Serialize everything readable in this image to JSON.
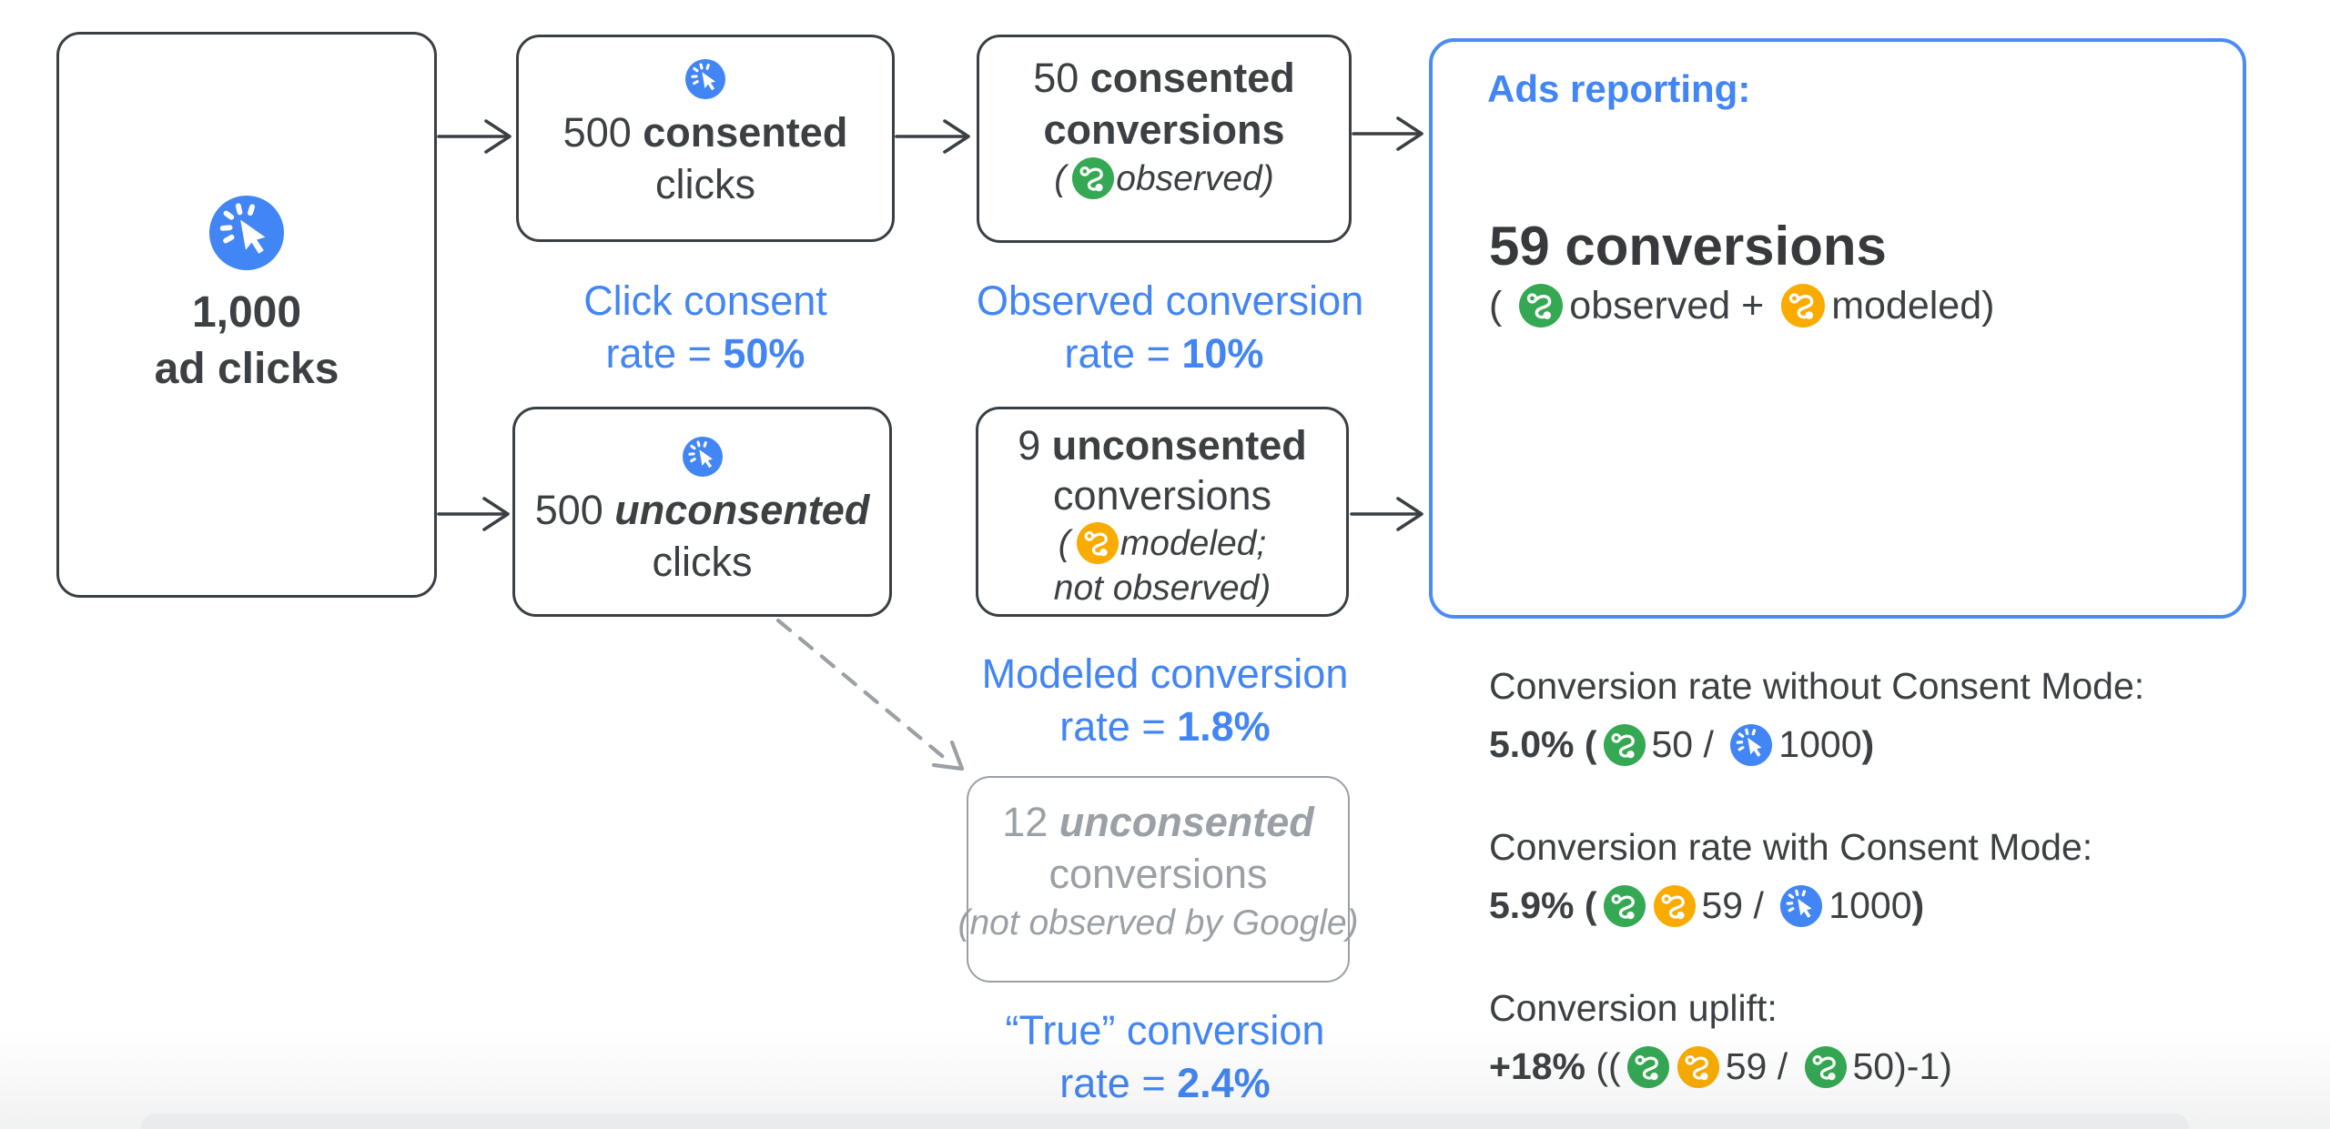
{
  "colors": {
    "blue": "#4285F4",
    "green": "#34A853",
    "yellow": "#F9AB00",
    "dark_text": "#3C4043",
    "gray": "#9AA0A6"
  },
  "icons": {
    "click": "ad-click-starburst-cursor-blue",
    "observed": "conversion-path-green",
    "modeled": "conversion-path-yellow"
  },
  "nodes": {
    "ad_clicks": {
      "count": "1,000",
      "label": "ad clicks"
    },
    "consented_clicks": {
      "count": "500 ",
      "emph": "consented",
      "label": "clicks"
    },
    "unconsented_clicks": {
      "count": "500 ",
      "emph": "unconsented",
      "label": "clicks"
    },
    "consented_conversions": {
      "count": "50 ",
      "emph": "consented",
      "line2": "conversions",
      "paren": "(",
      "note": "observed)"
    },
    "unconsented_conversions": {
      "count": "9 ",
      "emph": "unconsented",
      "line2": "conversions",
      "paren": "(",
      "note": "modeled;",
      "note2": "not observed)"
    },
    "hidden_conversions": {
      "count": "12 ",
      "emph": "unconsented",
      "line2": "conversions",
      "note": "(not observed by Google)"
    }
  },
  "rate_labels": {
    "click_consent": {
      "line1": "Click consent",
      "line2": "rate = ",
      "value": "50%"
    },
    "observed": {
      "line1": "Observed conversion",
      "line2": "rate = ",
      "value": "10%"
    },
    "modeled": {
      "line1": "Modeled conversion",
      "line2": "rate = ",
      "value": "1.8%"
    },
    "true_rate": {
      "line1": "“True” conversion",
      "line2": "rate = ",
      "value": "2.4%"
    }
  },
  "ads_reporting": {
    "title": "Ads reporting:",
    "headline": "59 conversions",
    "open": "( ",
    "observed": "observed + ",
    "modeled": "modeled)"
  },
  "stats": {
    "without": {
      "label": "Conversion rate without Consent Mode:",
      "value": "5.0% (",
      "num": "50 / ",
      "den": "1000",
      "close": ")"
    },
    "with_cm": {
      "label": "Conversion rate with Consent Mode:",
      "value": "5.9% (",
      "num": "59 / ",
      "den": "1000",
      "close": ")"
    },
    "uplift": {
      "label": "Conversion uplift:",
      "value": "+18%",
      "open": " ((",
      "num": "59 / ",
      "den": "50)-1)"
    }
  }
}
